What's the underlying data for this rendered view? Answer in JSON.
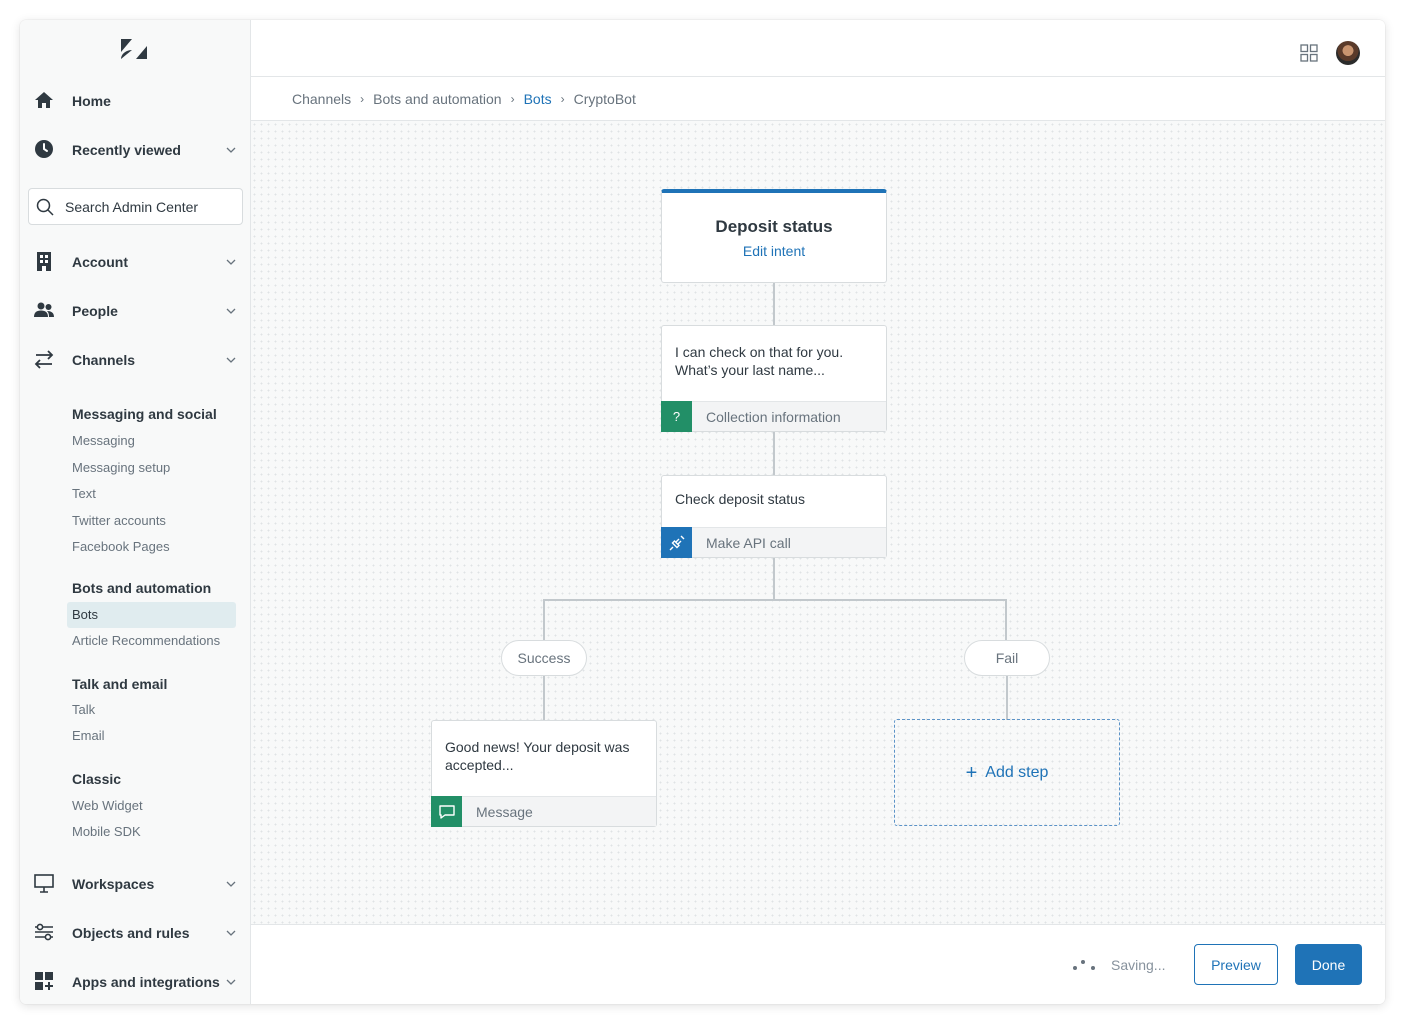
{
  "sidebar": {
    "logo": "zendesk-logo",
    "search_placeholder": "Search Admin Center",
    "items": [
      {
        "label": "Home",
        "icon": "home-icon"
      },
      {
        "label": "Recently viewed",
        "icon": "clock-icon"
      },
      {
        "label": "Account",
        "icon": "building-icon"
      },
      {
        "label": "People",
        "icon": "people-icon"
      },
      {
        "label": "Channels",
        "icon": "arrows-icon"
      },
      {
        "label": "Workspaces",
        "icon": "monitor-icon"
      },
      {
        "label": "Objects and rules",
        "icon": "sliders-icon"
      },
      {
        "label": "Apps and integrations",
        "icon": "apps-plus-icon"
      }
    ],
    "channels_sections": [
      {
        "heading": "Messaging and social",
        "items": [
          "Messaging",
          "Messaging setup",
          "Text",
          "Twitter accounts",
          "Facebook Pages"
        ]
      },
      {
        "heading": "Bots and automation",
        "items": [
          "Bots",
          "Article Recommendations"
        ]
      },
      {
        "heading": "Talk and email",
        "items": [
          "Talk",
          "Email"
        ]
      },
      {
        "heading": "Classic",
        "items": [
          "Web Widget",
          "Mobile SDK"
        ]
      }
    ]
  },
  "breadcrumb": [
    "Channels",
    "Bots and automation",
    "Bots",
    "CryptoBot"
  ],
  "flow": {
    "intent": {
      "title": "Deposit status",
      "link": "Edit intent"
    },
    "step1": {
      "text": "I can check on that for you. What’s your last name...",
      "badge": "?",
      "type": "Collection information"
    },
    "step2": {
      "text": "Check deposit status",
      "type": "Make API call"
    },
    "branch_success": "Success",
    "branch_fail": "Fail",
    "step3": {
      "text": "Good news! Your deposit was accepted...",
      "type": "Message"
    },
    "add_step": "Add step"
  },
  "footer": {
    "status": "Saving...",
    "preview": "Preview",
    "done": "Done"
  },
  "colors": {
    "accent": "#1f73b7",
    "teal": "#228f67",
    "sidebar_bg": "#f8f9f9"
  }
}
